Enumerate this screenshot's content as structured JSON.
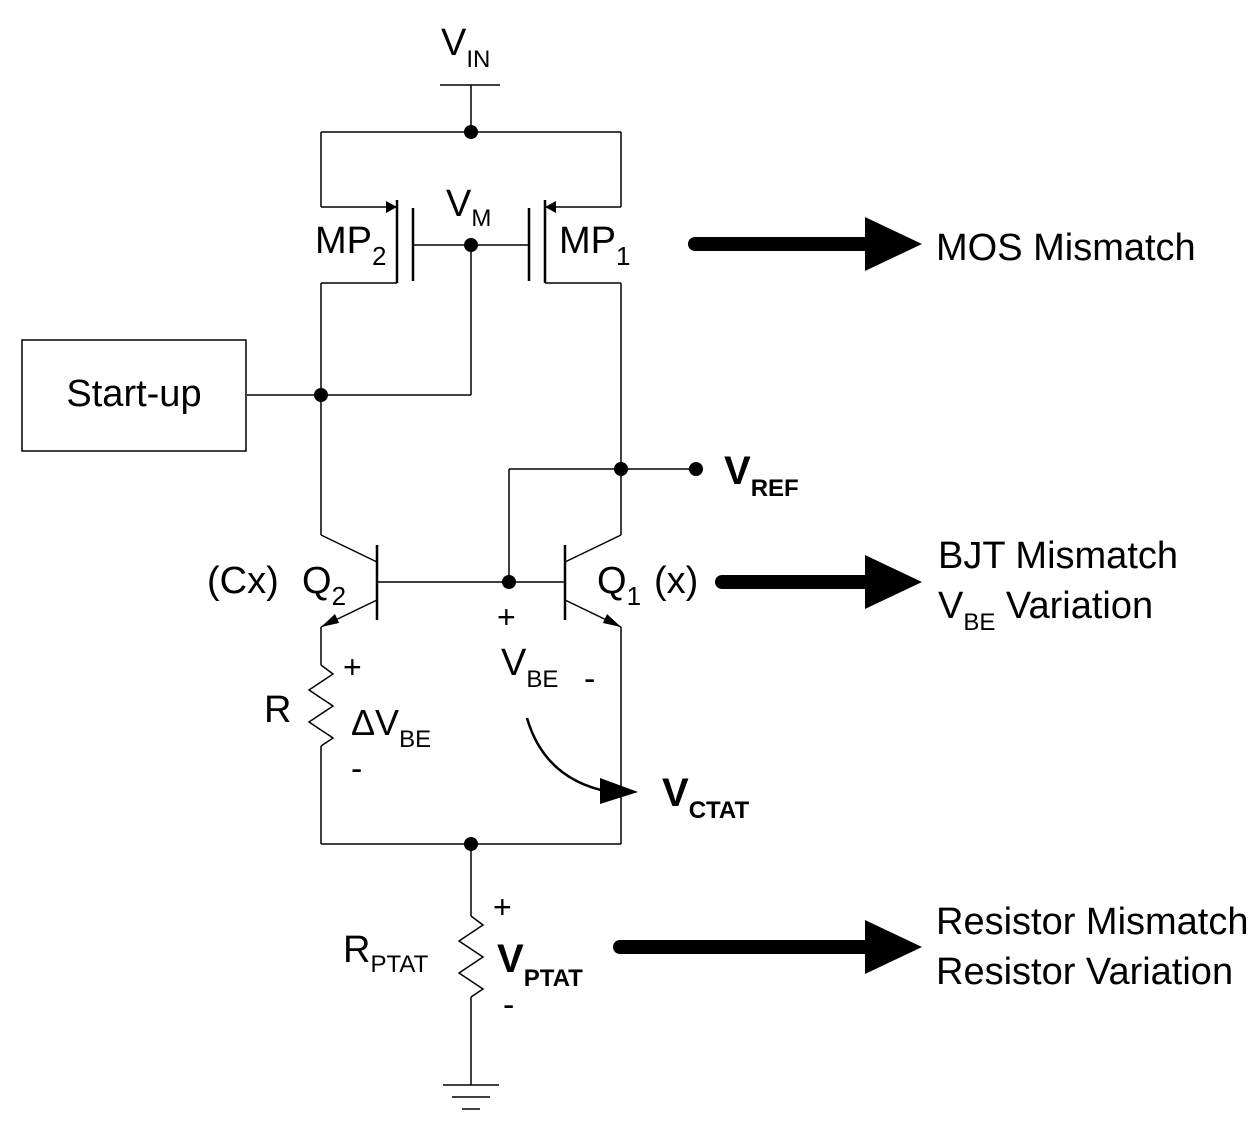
{
  "labels": {
    "vin": {
      "main": "V",
      "sub": "IN"
    },
    "vm": {
      "main": "V",
      "sub": "M"
    },
    "mp2": {
      "main": "MP",
      "sub": "2"
    },
    "mp1": {
      "main": "MP",
      "sub": "1"
    },
    "startup": "Start-up",
    "vref": {
      "main": "V",
      "sub": "REF"
    },
    "cx": "(Cx)",
    "q2": {
      "main": "Q",
      "sub": "2"
    },
    "q1": {
      "main": "Q",
      "sub": "1"
    },
    "x": "(x)",
    "plus_vbe": "+",
    "vbe": {
      "main": "V",
      "sub": "BE"
    },
    "minus_vbe": "-",
    "r": "R",
    "plus_r": "+",
    "dvbe": {
      "main": "ΔV",
      "sub": "BE"
    },
    "minus_r": "-",
    "vctat": {
      "main": "V",
      "sub": "CTAT"
    },
    "rptat": {
      "main": "R",
      "sub": "PTAT"
    },
    "plus_ptat": "+",
    "vptat": {
      "main": "V",
      "sub": "PTAT"
    },
    "minus_ptat": "-"
  },
  "annotations": {
    "mos": "MOS Mismatch",
    "bjt_line1": "BJT Mismatch",
    "bjt_line2": {
      "main": "V",
      "sub": "BE",
      "rest": " Variation"
    },
    "res_line1": "Resistor Mismatch",
    "res_line2": "Resistor Variation"
  }
}
